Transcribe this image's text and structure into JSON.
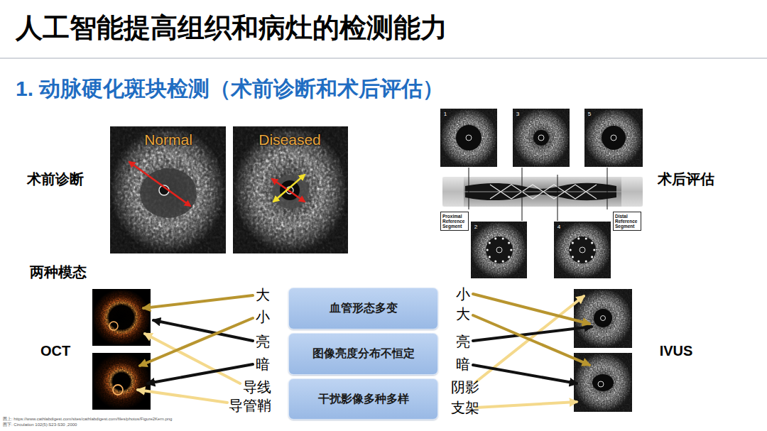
{
  "diagram": {
    "title": "人工智能提高组织和病灶的检测能力",
    "nodes": [
      {
        "text": [
          "Proximal Reference Segment"
        ]
      },
      {
        "text": [
          "Distal Reference Segment"
        ]
      },
      {
        "text": [
          "血管形态多变"
        ]
      },
      {
        "text": [
          "图像亮度分布不恒定"
        ]
      },
      {
        "text": [
          "干扰影像多种多样"
        ]
      }
    ],
    "labels": [
      "1. 动脉硬化斑块检测（术前诊断和术后评估）",
      "术前诊断",
      "Normal",
      "Diseased",
      "1",
      "3",
      "5",
      "2",
      "4",
      "术后评估",
      "两种模态",
      "OCT",
      "大",
      "小",
      "亮",
      "暗",
      "导线",
      "导管鞘",
      "小",
      "大",
      "亮",
      "暗",
      "阴影",
      "支架",
      "IVUS",
      "图上: https://www.cathlabdigest.com/sites/cathlabdigest.com/files/photos/Figure2Kern.png",
      "图下: Circulation 102(5):S23-S30 ,2000"
    ]
  }
}
